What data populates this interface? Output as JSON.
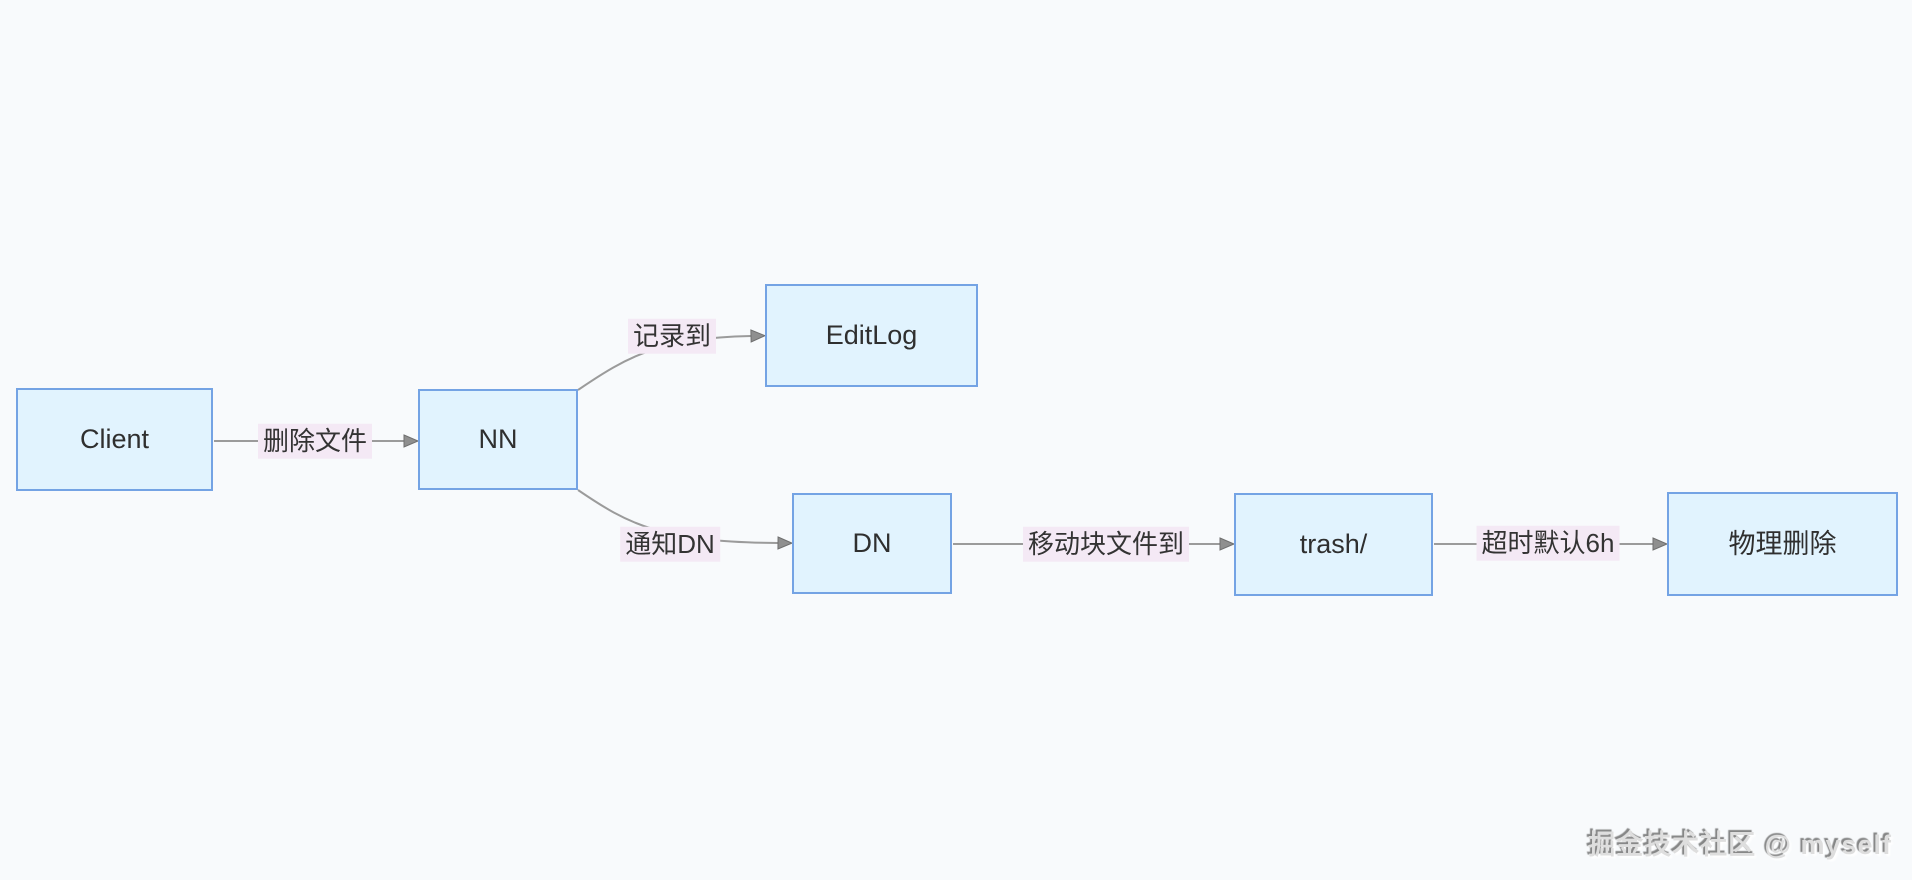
{
  "diagram": {
    "type": "flowchart",
    "background": "#f8fafc",
    "nodes": [
      {
        "id": "client",
        "label": "Client"
      },
      {
        "id": "nn",
        "label": "NN"
      },
      {
        "id": "editlog",
        "label": "EditLog"
      },
      {
        "id": "dn",
        "label": "DN"
      },
      {
        "id": "trash",
        "label": "trash/"
      },
      {
        "id": "physical-delete",
        "label": "物理删除"
      }
    ],
    "edges": [
      {
        "from": "Client",
        "to": "NN",
        "label": "删除文件"
      },
      {
        "from": "NN",
        "to": "EditLog",
        "label": "记录到"
      },
      {
        "from": "NN",
        "to": "DN",
        "label": "通知DN"
      },
      {
        "from": "DN",
        "to": "trash/",
        "label": "移动块文件到"
      },
      {
        "from": "trash/",
        "to": "物理删除",
        "label": "超时默认6h"
      }
    ],
    "colors": {
      "node_fill": "#e1f3fe",
      "node_border": "#74a3e4",
      "edge_line": "#9b9b9b",
      "arrowhead": "#8f8f8f",
      "edge_label_bg": "#f4e9f5",
      "text": "#333333"
    }
  },
  "watermark": {
    "text": "掘金技术社区 @ myself"
  }
}
